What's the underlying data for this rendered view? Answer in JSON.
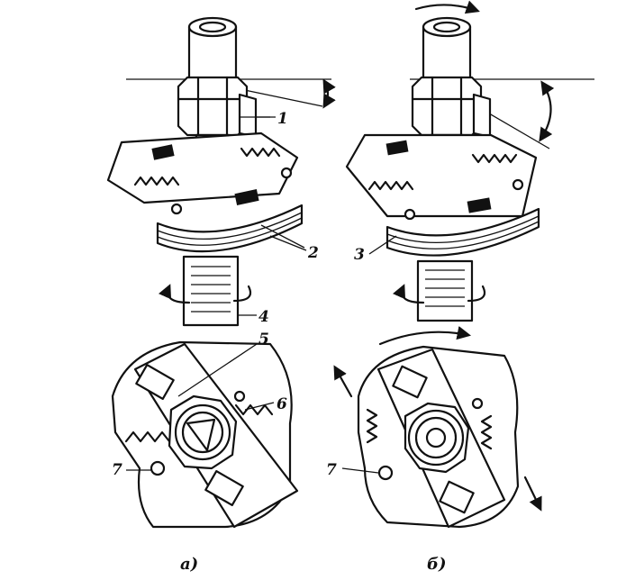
{
  "labels": {
    "n1": "1",
    "n2": "2",
    "n3": "3",
    "n4": "4",
    "n5": "5",
    "n6": "6",
    "n7a": "7",
    "n7b": "7"
  },
  "captions": {
    "a": "а)",
    "b": "б)"
  }
}
